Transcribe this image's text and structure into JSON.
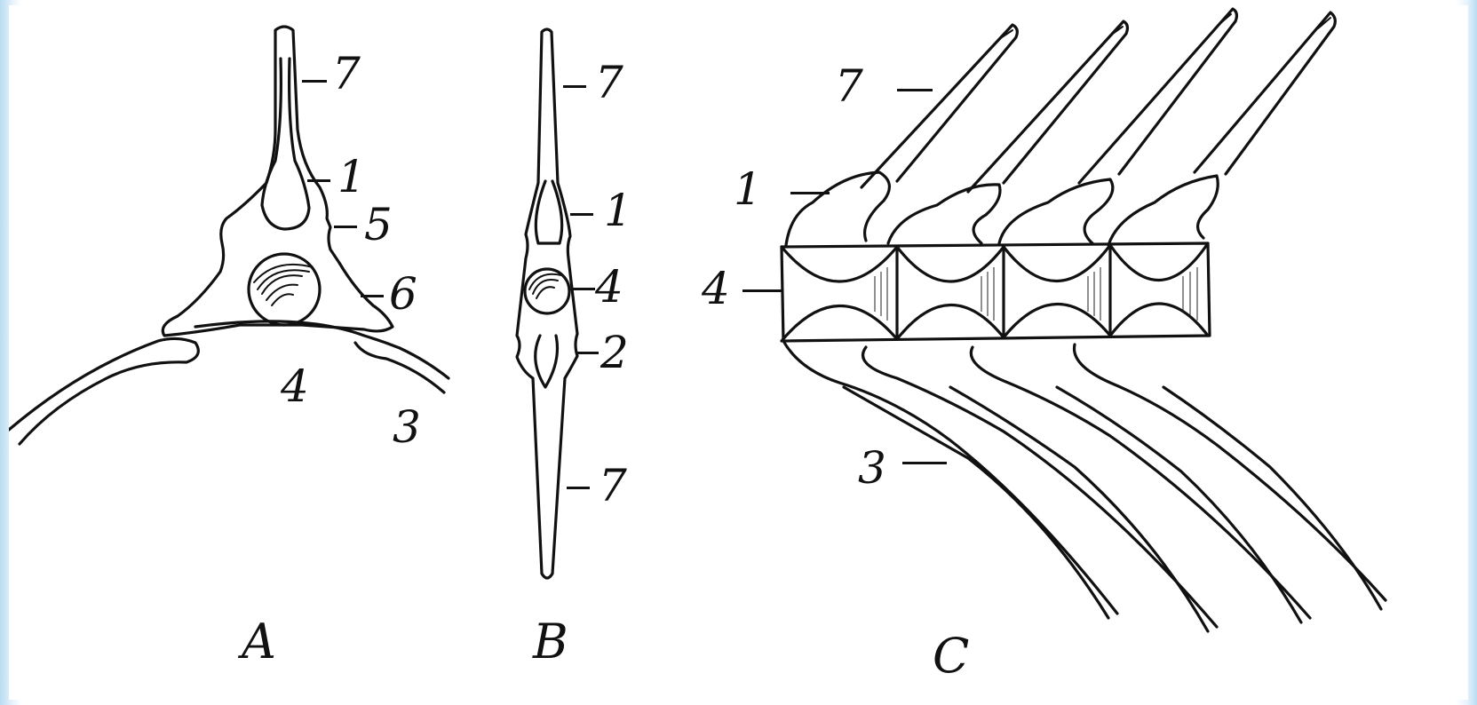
{
  "figure": {
    "panels": [
      {
        "id": "A",
        "caption": "A"
      },
      {
        "id": "B",
        "caption": "B"
      },
      {
        "id": "C",
        "caption": "C"
      }
    ],
    "labels": {
      "a7": "7",
      "a1": "1",
      "a5": "5",
      "a6": "6",
      "a4": "4",
      "a3": "3",
      "b7top": "7",
      "b1": "1",
      "b4": "4",
      "b2": "2",
      "b7bot": "7",
      "c7": "7",
      "c1": "1",
      "c4": "4",
      "c3": "3"
    },
    "colors": {
      "ink": "#111111",
      "background": "#ffffff",
      "frame": "#b9dcf2"
    }
  }
}
